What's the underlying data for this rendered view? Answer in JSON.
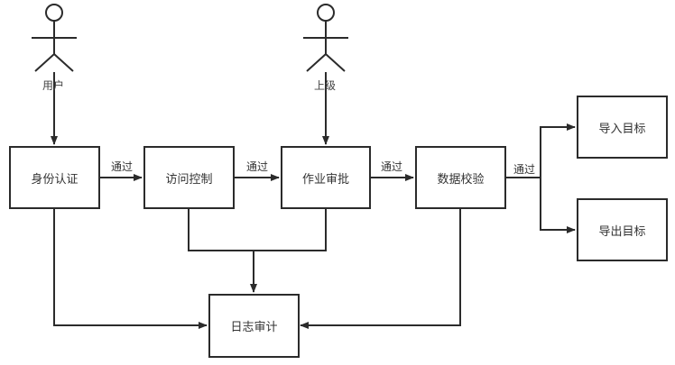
{
  "actors": [
    {
      "id": "user",
      "label": "用户"
    },
    {
      "id": "superior",
      "label": "上级"
    }
  ],
  "nodes": [
    {
      "id": "auth",
      "label": "身份认证"
    },
    {
      "id": "access",
      "label": "访问控制"
    },
    {
      "id": "approval",
      "label": "作业审批"
    },
    {
      "id": "validate",
      "label": "数据校验"
    },
    {
      "id": "import",
      "label": "导入目标"
    },
    {
      "id": "export",
      "label": "导出目标"
    },
    {
      "id": "audit",
      "label": "日志审计"
    }
  ],
  "edge_labels": {
    "auth_access": "通过",
    "access_approval": "通过",
    "approval_validate": "通过",
    "validate_targets": "通过"
  },
  "edges": [
    {
      "from": "user",
      "to": "auth"
    },
    {
      "from": "superior",
      "to": "approval"
    },
    {
      "from": "auth",
      "to": "access",
      "label": "通过"
    },
    {
      "from": "access",
      "to": "approval",
      "label": "通过"
    },
    {
      "from": "approval",
      "to": "validate",
      "label": "通过"
    },
    {
      "from": "validate",
      "to": "import",
      "label": "通过"
    },
    {
      "from": "validate",
      "to": "export",
      "label": "通过"
    },
    {
      "from": "auth",
      "to": "audit"
    },
    {
      "from": "access",
      "to": "audit"
    },
    {
      "from": "approval",
      "to": "audit"
    },
    {
      "from": "validate",
      "to": "audit"
    }
  ]
}
